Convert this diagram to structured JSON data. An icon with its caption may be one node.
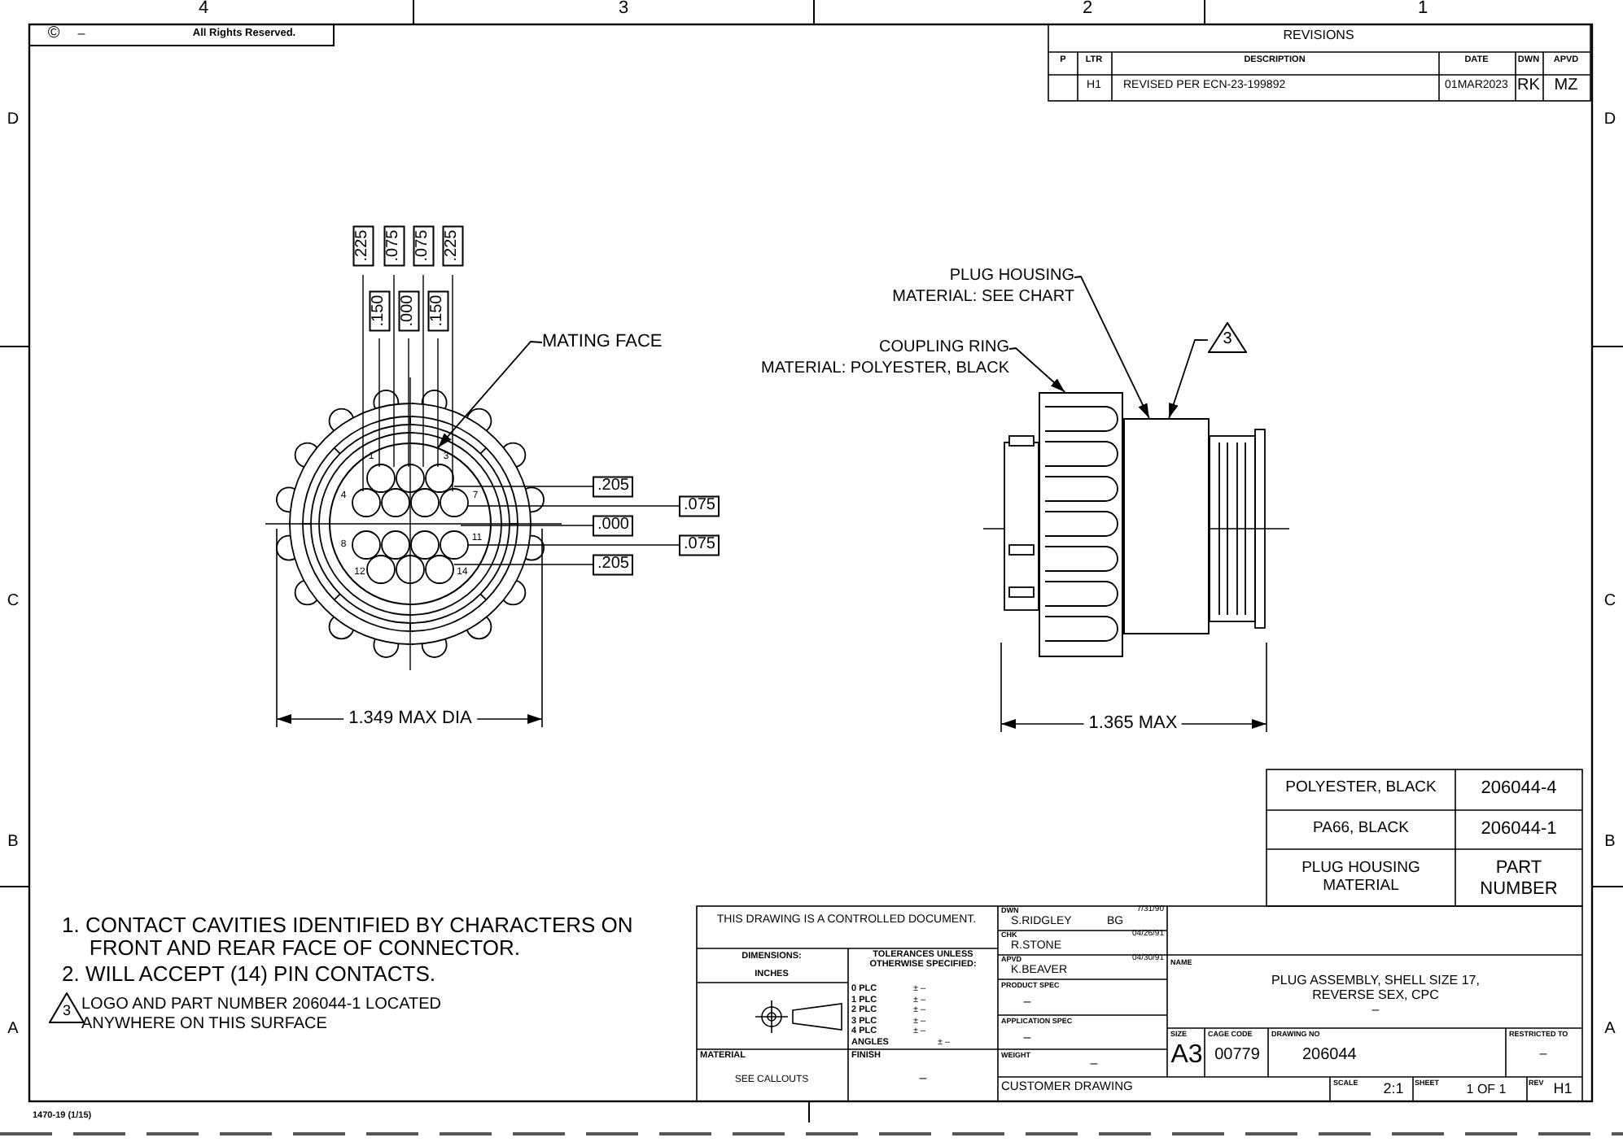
{
  "diagram": {
    "nodes": [
      {
        "text": [
          "MATING FACE"
        ]
      },
      {
        "text": [],
        "shape": "circle"
      },
      {
        "text": [
          "PLUG HOUSING",
          "MATERIAL: SEE CHART"
        ]
      },
      {
        "text": [
          "COUPLING RING",
          "MATERIAL: POLYESTER, BLACK"
        ]
      },
      {
        "text": [
          "3"
        ]
      },
      {
        "text": [],
        "shape": "box"
      },
      {
        "text": [],
        "shape": "box"
      }
    ],
    "edges": [
      {
        "from": 0,
        "to": 1,
        "arrow": "to"
      },
      {
        "from": 2,
        "to": 6,
        "arrow": "to"
      },
      {
        "from": 3,
        "to": 5,
        "arrow": "to"
      },
      {
        "from": 4,
        "to": 6,
        "arrow": "to"
      }
    ],
    "labels": [
      "4",
      "3",
      "2",
      "1",
      "©",
      "–",
      "All Rights Reserved.",
      "REVISIONS",
      "P",
      "LTR",
      "DESCRIPTION",
      "DATE",
      "DWN",
      "APVD",
      "H1",
      "REVISED PER ECN-23-199892",
      "01MAR2023",
      "RK",
      "MZ",
      "D",
      "D",
      ".225",
      ".075",
      ".075",
      ".225",
      ".150",
      ".000",
      ".150",
      "1",
      "3",
      "4",
      "7",
      "8",
      "11",
      "12",
      "14",
      ".205",
      ".075",
      ".000",
      ".075",
      ".205",
      "C",
      "C",
      "1.349 MAX DIA",
      "1.365 MAX",
      "POLYESTER, BLACK",
      "206044-4",
      "PA66, BLACK",
      "206044-1",
      "PLUG HOUSING MATERIAL",
      "PART NUMBER",
      "B",
      "B",
      "1. CONTACT CAVITIES IDENTIFIED BY CHARACTERS ON FRONT AND REAR FACE OF CONNECTOR.",
      "2. WILL ACCEPT (14) PIN CONTACTS.",
      "3",
      "LOGO AND PART NUMBER 206044-1 LOCATED ANYWHERE ON THIS SURFACE",
      "A",
      "A",
      "THIS DRAWING IS A CONTROLLED DOCUMENT.",
      "DIMENSIONS:",
      "INCHES",
      "TOLERANCES UNLESS OTHERWISE SPECIFIED:",
      "0 PLC",
      "± –",
      "1 PLC",
      "± –",
      "2 PLC",
      "± –",
      "3 PLC",
      "± –",
      "4 PLC",
      "± –",
      "ANGLES",
      "± –",
      "MATERIAL",
      "SEE CALLOUTS",
      "FINISH",
      "–",
      "DWN",
      "S.RIDGLEY",
      "BG",
      "7/31/90",
      "CHK",
      "R.STONE",
      "04/26/91",
      "APVD",
      "K.BEAVER",
      "04/30/91",
      "PRODUCT SPEC",
      "–",
      "APPLICATION SPEC",
      "–",
      "WEIGHT",
      "–",
      "CUSTOMER DRAWING",
      "NAME",
      "PLUG ASSEMBLY, SHELL SIZE 17, REVERSE SEX, CPC",
      "–",
      "SIZE",
      "A3",
      "CAGE CODE",
      "00779",
      "DRAWING NO",
      "206044",
      "RESTRICTED TO",
      "–",
      "SCALE",
      "2:1",
      "SHEET",
      "1 OF 1",
      "REV",
      "H1",
      "1470-19 (1/15)"
    ]
  }
}
